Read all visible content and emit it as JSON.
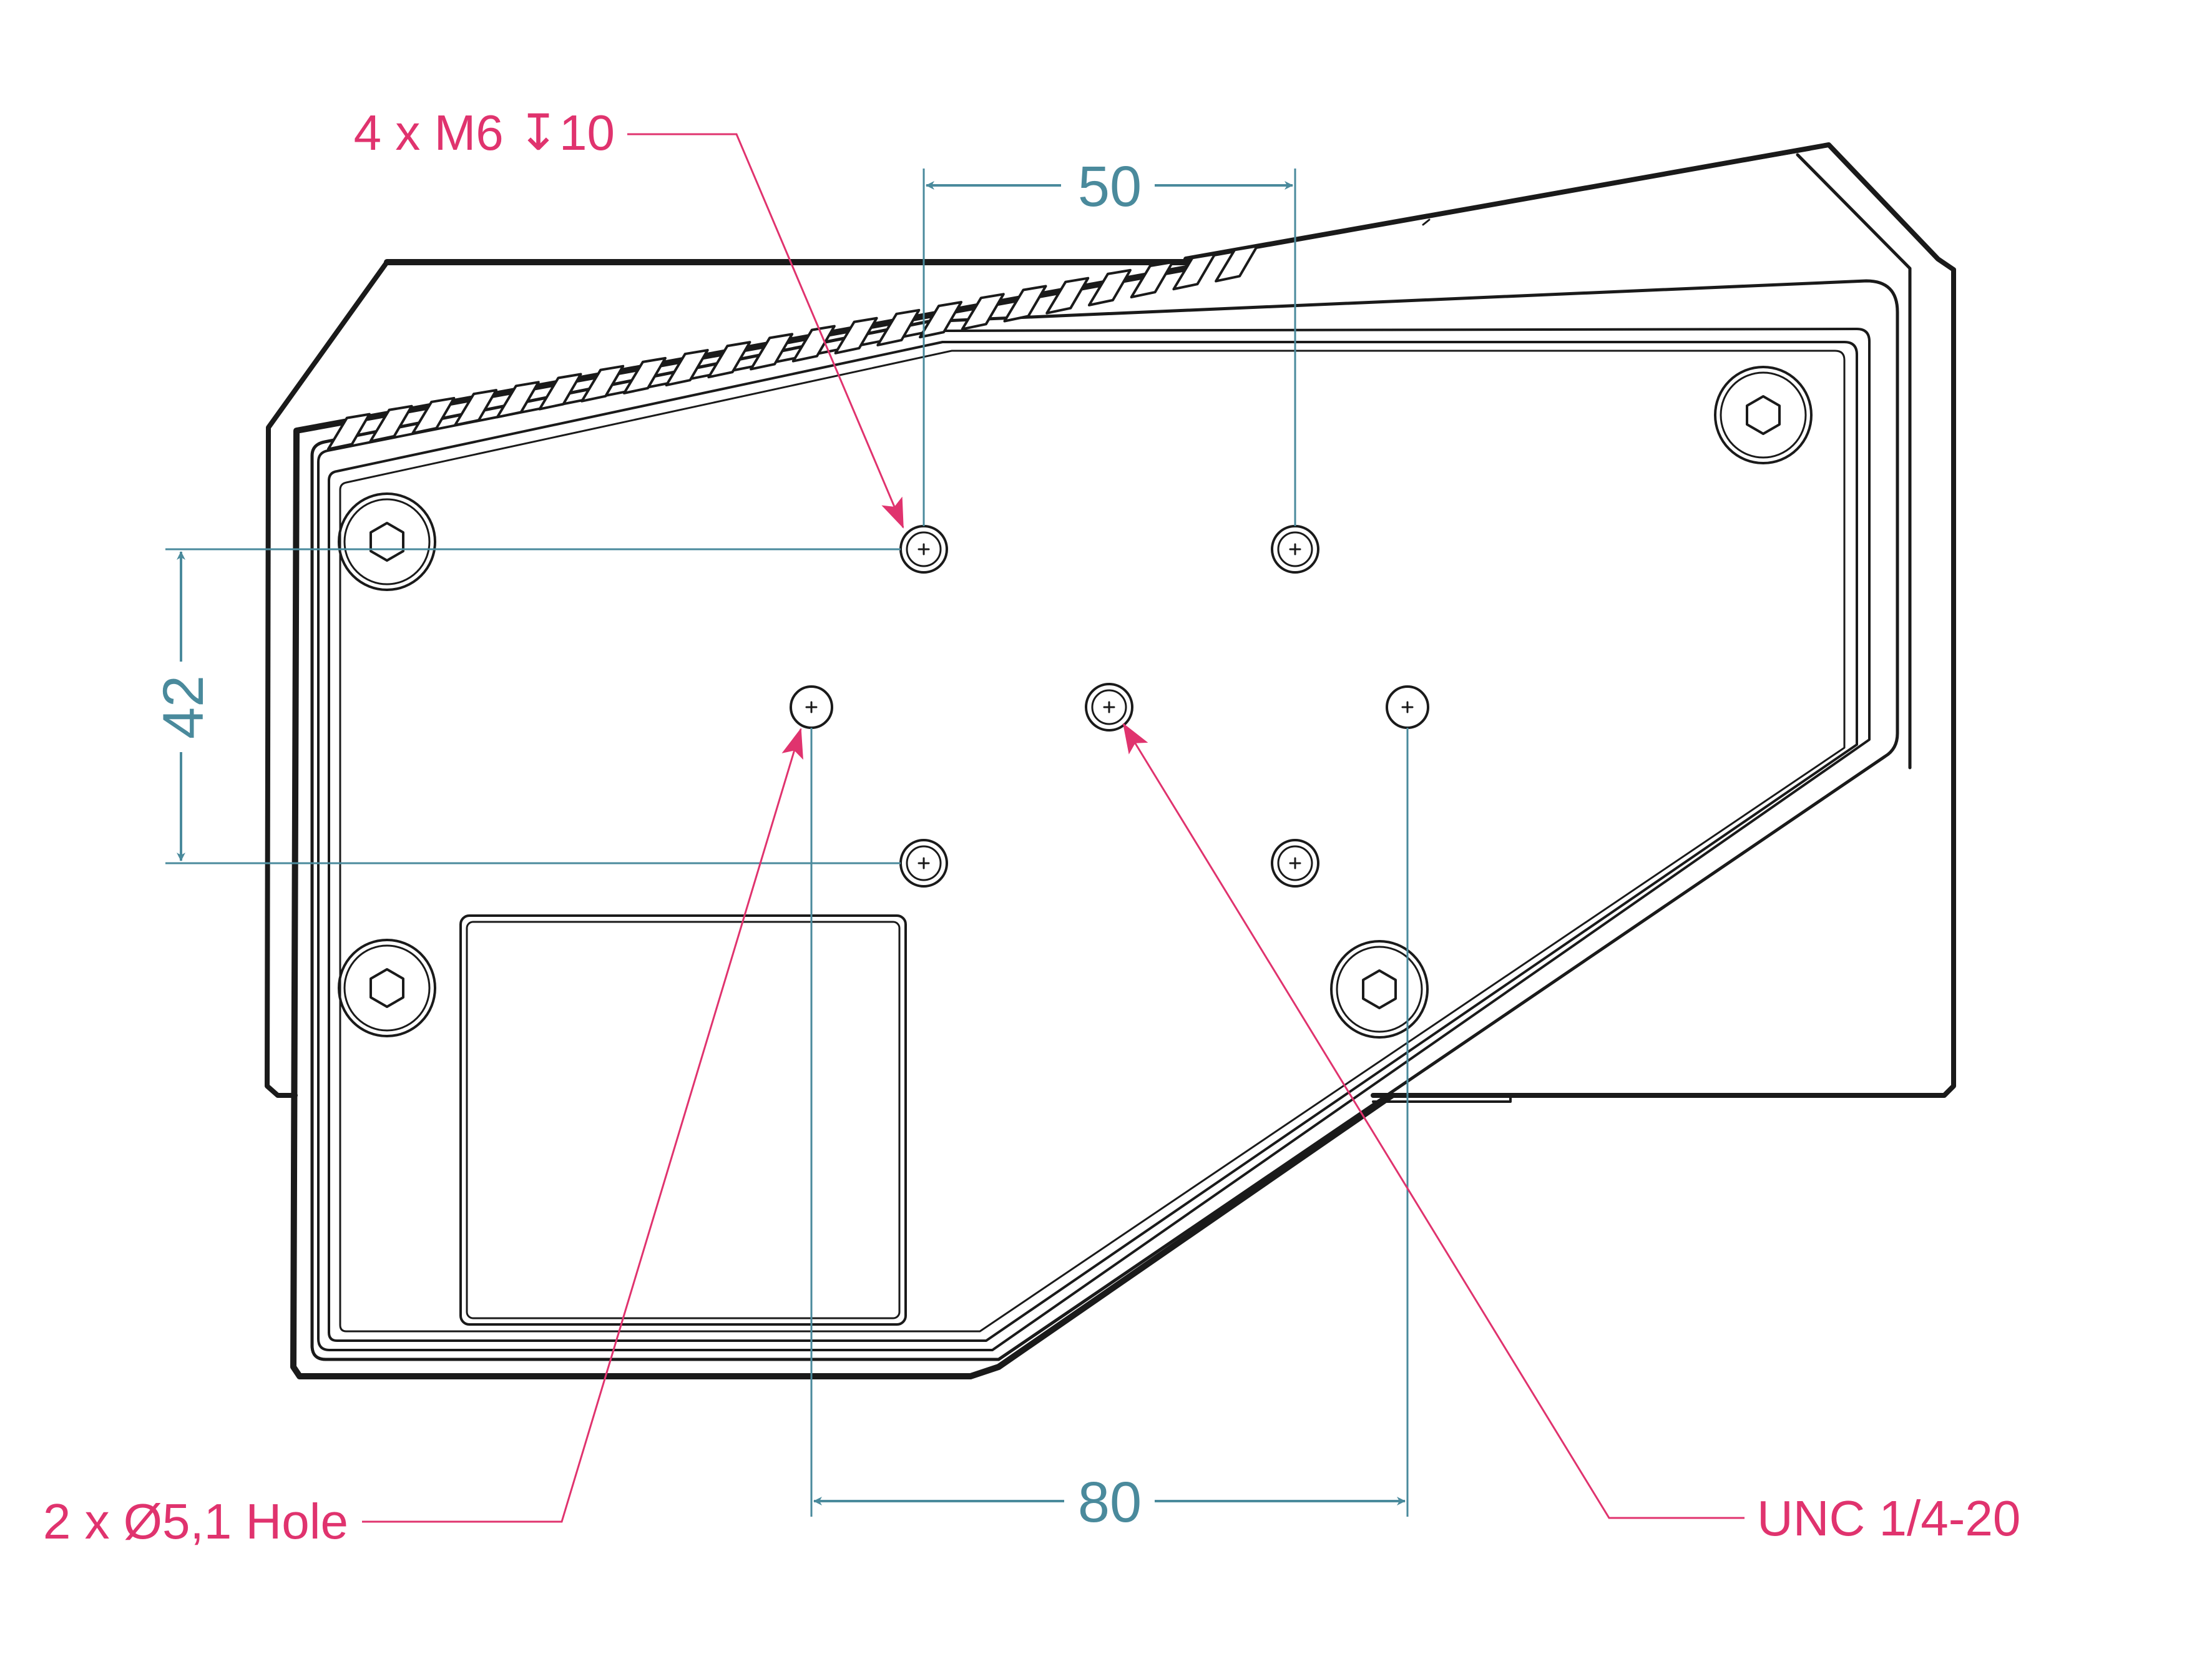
{
  "colors": {
    "dimension": "#4a8a9c",
    "callout": "#e0336e",
    "outline": "#1a1a1a",
    "background": "#ffffff"
  },
  "dimensions": {
    "top_spacing": "50",
    "left_spacing": "42",
    "bottom_spacing": "80"
  },
  "callouts": {
    "m6_threads": "4 x M6 ↧10",
    "holes": "2 x Ø5,1 Hole",
    "tripod_thread": "UNC 1/4-20"
  },
  "icons": {
    "screw_head": "hex-socket-screw-icon",
    "mount_hole": "threaded-hole-icon"
  }
}
